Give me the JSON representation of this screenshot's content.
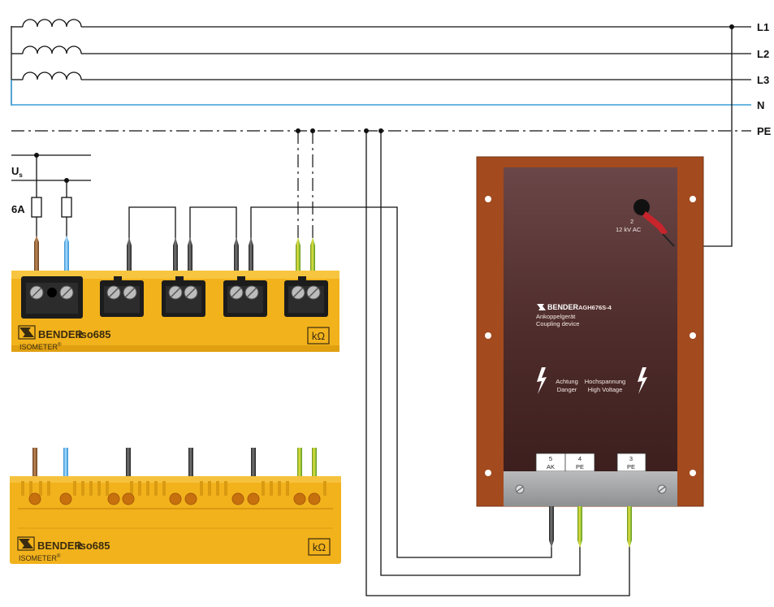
{
  "lines": {
    "l1": "L1",
    "l2": "L2",
    "l3": "L3",
    "n": "N",
    "pe": "PE"
  },
  "supply": {
    "us_main": "U",
    "us_sub": "s",
    "fuse": "6A"
  },
  "isometer_top": {
    "brand": "BENDER",
    "model": "iso685",
    "line2": "ISOMETER",
    "reg": "®",
    "unit": "kΩ"
  },
  "isometer_bottom": {
    "brand": "BENDER",
    "model": "iso685",
    "line2": "ISOMETER",
    "reg": "®",
    "unit": "kΩ"
  },
  "coupling_device": {
    "hv_terminal_number": "2",
    "hv_terminal_rating": "12 kV AC",
    "brand": "BENDER",
    "model": "AGH676S-4",
    "desc_de": "Ankoppelgerät",
    "desc_en": "Coupling device",
    "warn_de_1": "Achtung",
    "warn_en_1": "Danger",
    "warn_de_2": "Hochspannung",
    "warn_en_2": "High Voltage",
    "terminals": [
      {
        "number": "5",
        "name": "AK"
      },
      {
        "number": "4",
        "name": "PE"
      },
      {
        "number": "3",
        "name": "PE"
      }
    ]
  },
  "colors": {
    "line": "#111111",
    "neutral": "#3a9ed8",
    "isometer_body": "#f2b21c",
    "device_frame": "#a34a1f",
    "device_panel": "#4a2a28",
    "wire_brown": "#8b5a2b",
    "wire_blue": "#56b4e9",
    "wire_black": "#3a3a3a",
    "wire_green": "#8ab42a",
    "wire_yellow": "#e0d020"
  }
}
